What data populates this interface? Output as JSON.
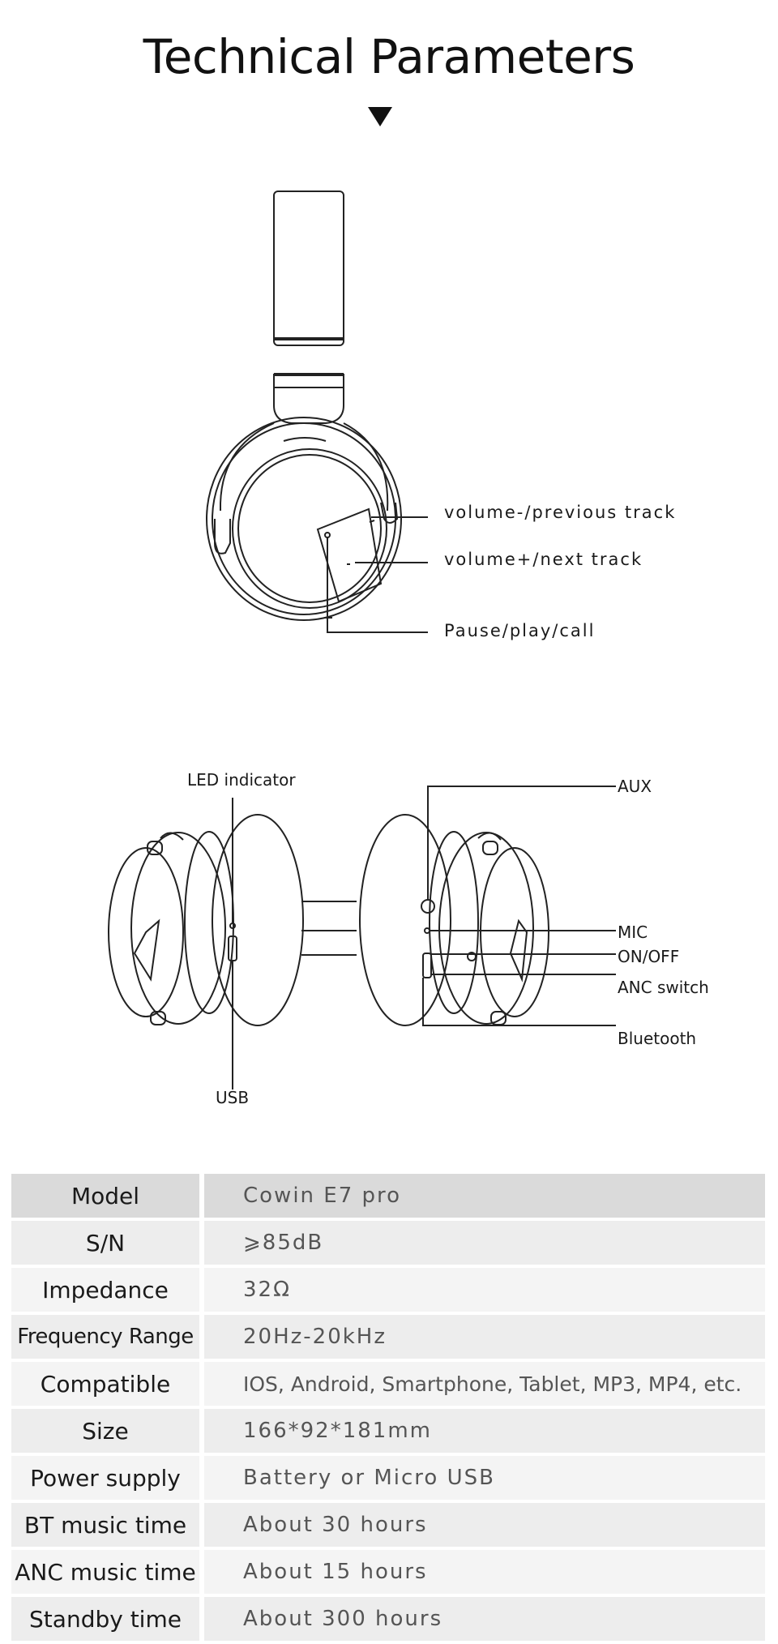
{
  "page": {
    "title": "Technical Parameters"
  },
  "diagram_side": {
    "callouts": [
      {
        "key": "vol_down",
        "label": "volume-/previous track"
      },
      {
        "key": "vol_up",
        "label": "volume+/next track"
      },
      {
        "key": "pause",
        "label": "Pause/play/call"
      }
    ]
  },
  "diagram_front": {
    "callouts": [
      {
        "key": "led",
        "label": "LED indicator"
      },
      {
        "key": "usb",
        "label": "USB"
      },
      {
        "key": "aux",
        "label": "AUX"
      },
      {
        "key": "mic",
        "label": "MIC"
      },
      {
        "key": "onoff",
        "label": "ON/OFF"
      },
      {
        "key": "anc",
        "label": "ANC switch"
      },
      {
        "key": "bt",
        "label": "Bluetooth"
      }
    ]
  },
  "specs": [
    {
      "label": "Model",
      "value": "Cowin E7 pro"
    },
    {
      "label": "S/N",
      "value": "⩾85dB"
    },
    {
      "label": "Impedance",
      "value": "32Ω"
    },
    {
      "label": "Frequency Range",
      "value": "20Hz-20kHz"
    },
    {
      "label": "Compatible",
      "value": "IOS, Android, Smartphone, Tablet, MP3, MP4, etc."
    },
    {
      "label": "Size",
      "value": "166*92*181mm"
    },
    {
      "label": "Power supply",
      "value": "Battery or Micro USB"
    },
    {
      "label": "BT music time",
      "value": "About 30 hours"
    },
    {
      "label": "ANC music time",
      "value": "About 15 hours"
    },
    {
      "label": "Standby time",
      "value": "About 300 hours"
    }
  ]
}
